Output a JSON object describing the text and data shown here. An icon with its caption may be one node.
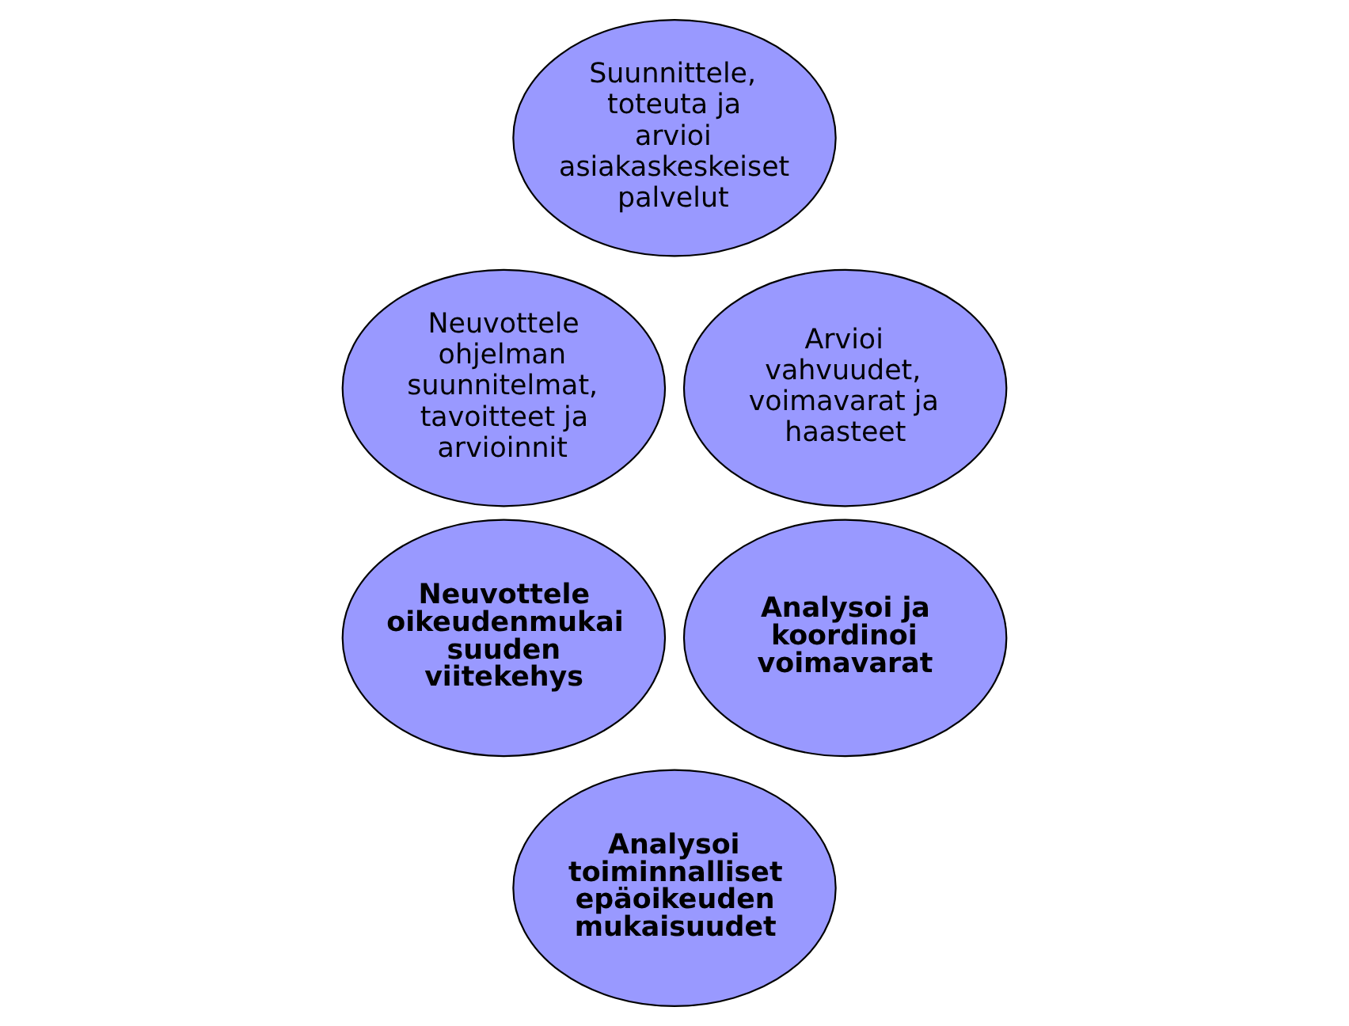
{
  "diagram": {
    "nodes": [
      {
        "text": [
          "Suunnittele, toteuta ja arvioi asiakaskeskeiset palvelut"
        ]
      },
      {
        "text": [
          "Neuvottele ohjelman suunnitelmat, tavoitteet ja arvioinnit"
        ]
      },
      {
        "text": [
          "Arvioi vahvuudet, voimavarat ja haasteet"
        ]
      },
      {
        "text": [
          "Neuvottele oikeudenmukai suuden viitekehys"
        ]
      },
      {
        "text": [
          "Analysoi ja koordinoi voimavarat"
        ]
      },
      {
        "text": [
          "Analysoi toiminnalliset epäoikeuden mukaisuudet"
        ]
      }
    ]
  }
}
